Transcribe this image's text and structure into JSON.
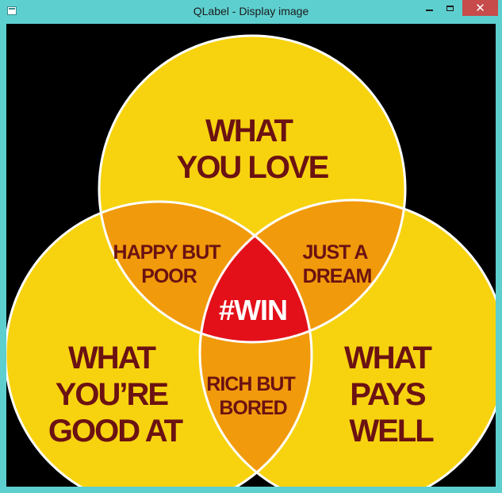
{
  "window": {
    "title": "QLabel - Display image",
    "controls": {
      "minimize": "minimize",
      "maximize": "maximize",
      "close": "close"
    }
  },
  "colors": {
    "background": "#000000",
    "circle": "#f7d30f",
    "pair_overlap": "#f19a0b",
    "center": "#e3101a",
    "outline": "#ffffff",
    "label": "#6b1212",
    "center_label": "#ffffff"
  },
  "venn": {
    "love": [
      "WHAT",
      "YOU LOVE"
    ],
    "good_at": [
      "WHAT",
      "YOU’RE",
      "GOOD AT"
    ],
    "pays": [
      "WHAT",
      "PAYS",
      "WELL"
    ],
    "love_good": [
      "HAPPY BUT",
      "POOR"
    ],
    "love_pays": [
      "JUST A",
      "DREAM"
    ],
    "good_pays": [
      "RICH BUT",
      "BORED"
    ],
    "center": "#WIN"
  }
}
